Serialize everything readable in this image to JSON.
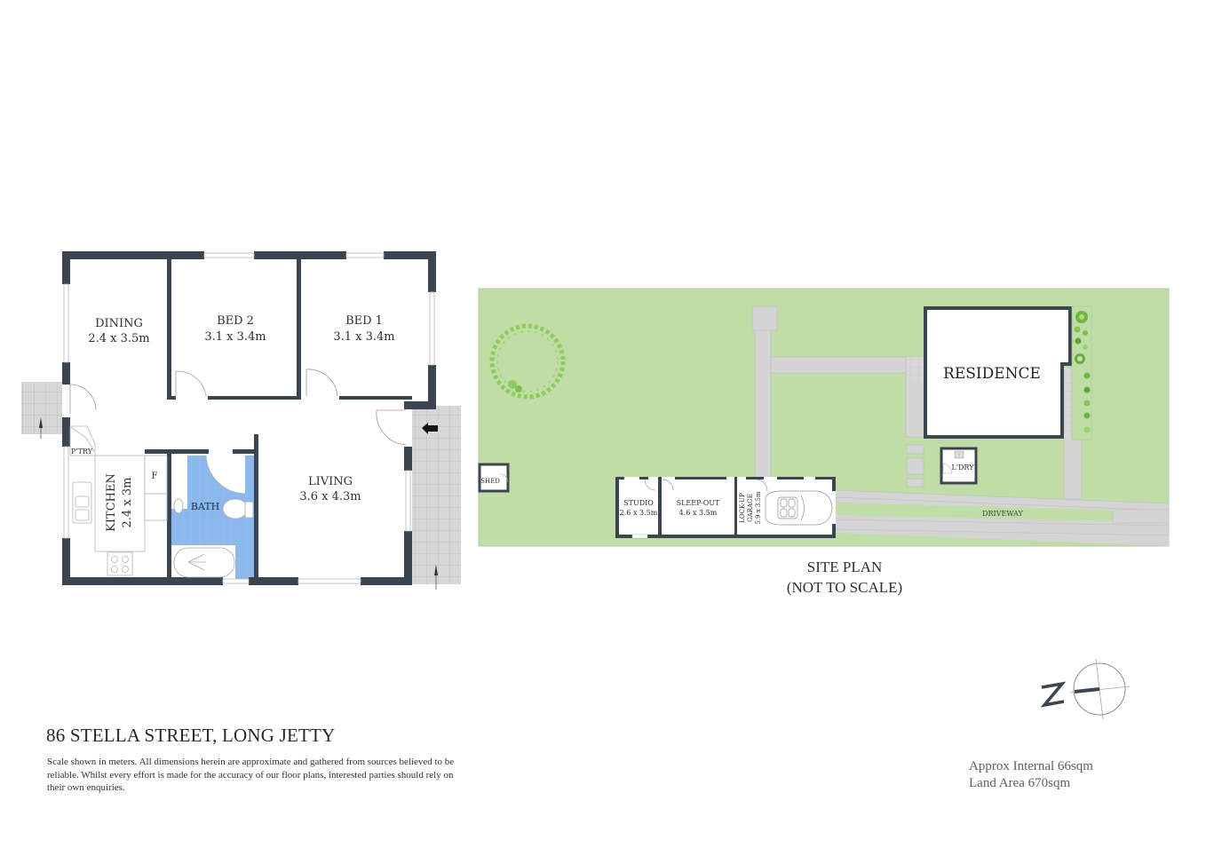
{
  "colors": {
    "wall": "#3b4550",
    "lawn": "#c0dda8",
    "path": "#d3d4d3",
    "bath_tile": "#8ab8ec",
    "text_dark": "#2b2f36",
    "text_muted": "#5d6168",
    "foliage": "#7cc04a"
  },
  "floor_plan": {
    "rooms": [
      {
        "name": "DINING",
        "dims": "2.4 x 3.5m"
      },
      {
        "name": "BED 2",
        "dims": "3.1 x 3.4m"
      },
      {
        "name": "BED 1",
        "dims": "3.1 x 3.4m"
      },
      {
        "name": "LIVING",
        "dims": "3.6 x 4.3m"
      },
      {
        "name": "KITCHEN",
        "dims": "2.4 x 3m"
      },
      {
        "name": "BATH",
        "dims": ""
      },
      {
        "name": "P'TRY",
        "dims": ""
      }
    ],
    "fridge_label": "F",
    "entry_arrow": "entry-arrow-left"
  },
  "site_plan": {
    "caption_line1": "SITE PLAN",
    "caption_line2": "(NOT TO SCALE)",
    "residence": "RESIDENCE",
    "laundry": "L'DRY",
    "shed": "SHED",
    "driveway": "DRIVEWAY",
    "outbuildings": [
      {
        "name": "STUDIO",
        "dims": "2.6 x 3.5m"
      },
      {
        "name": "SLEEP-OUT",
        "dims": "4.6 x 3.5m"
      },
      {
        "name": "LOCK-UP",
        "name2": "GARAGE",
        "dims": "5.9 x 3.5m"
      }
    ]
  },
  "compass": {
    "label": "N"
  },
  "footer": {
    "address": "86 STELLA STREET, LONG JETTY",
    "disclaimer": "Scale shown in meters. All dimensions herein are approximate and gathered from sources believed to be  reliable. Whilst every effort is made for the accuracy of our floor plans, interested parties should rely on their own enquiries.",
    "internal_area": "Approx Internal 66sqm",
    "land_area": "Land Area 670sqm"
  }
}
